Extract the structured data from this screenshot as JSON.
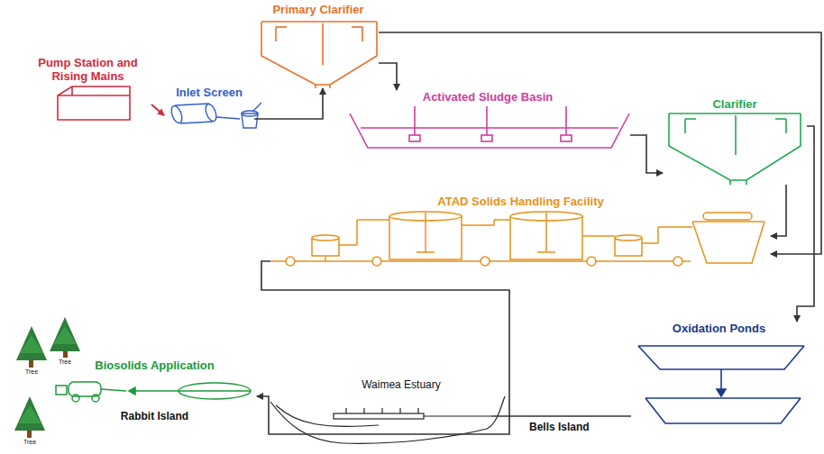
{
  "diagram": {
    "nodes": [
      {
        "text": [
          "Pump Station and Rising Mains"
        ]
      },
      {
        "text": [
          "Inlet Screen"
        ]
      },
      {
        "text": [
          "Primary Clarifier"
        ]
      },
      {
        "text": [
          "Activated Sludge Basin"
        ]
      },
      {
        "text": [
          "Clarifier"
        ]
      },
      {
        "text": [
          "ATAD Solids Handling Facility"
        ]
      },
      {
        "text": [
          "Oxidation Ponds"
        ]
      },
      {
        "text": [
          "Biosolids Application",
          "Rabbit Island"
        ]
      },
      {
        "text": [
          "Waimea Estuary"
        ]
      }
    ],
    "edges": [
      {
        "from": 0,
        "to": 1,
        "arrow": "to"
      },
      {
        "from": 1,
        "to": 2,
        "arrow": "to"
      },
      {
        "from": 2,
        "to": 3,
        "arrow": "to"
      },
      {
        "from": 2,
        "to": 5,
        "arrow": "to"
      },
      {
        "from": 3,
        "to": 4,
        "arrow": "to"
      },
      {
        "from": 4,
        "to": 5,
        "arrow": "to"
      },
      {
        "from": 4,
        "to": 6,
        "arrow": "to"
      },
      {
        "from": 5,
        "to": 7,
        "arrow": "to"
      },
      {
        "from": 6,
        "to": 8,
        "arrow": "none"
      }
    ],
    "labels": [
      "Tree",
      "Tree",
      "Tree",
      "Bells Island"
    ]
  }
}
